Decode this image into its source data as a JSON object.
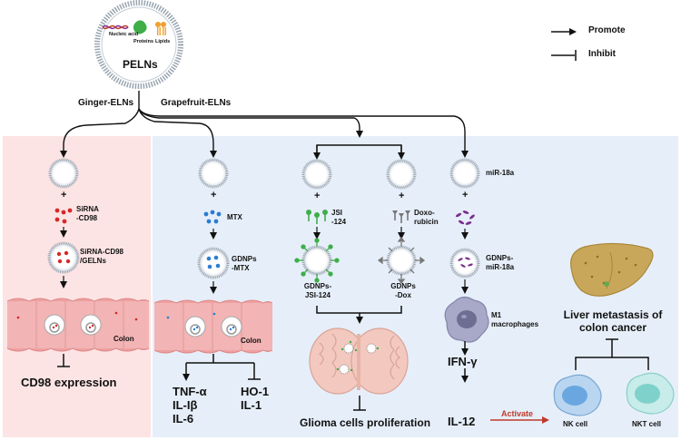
{
  "source": {
    "title": "PELNs",
    "components": [
      "Nucleic acid",
      "Proteins",
      "Lipids"
    ]
  },
  "legend": {
    "promote": "Promote",
    "inhibit": "Inhibit"
  },
  "branches": {
    "ginger": "Ginger-ELNs",
    "grapefruit": "Grapefruit-ELNs"
  },
  "col1": {
    "cargo": "SiRNA\n-CD98",
    "product": "SiRNA-CD98\n/GELNs",
    "tissue": "Colon",
    "outcome": "CD98 expression"
  },
  "col2": {
    "cargo": "MTX",
    "product": "GDNPs\n-MTX",
    "tissue": "Colon",
    "out_left": "TNF-α\nIL-Iβ\nIL-6",
    "out_right": "HO-1\nIL-1"
  },
  "col3": {
    "cargo_a": "JSI\n-124",
    "cargo_b": "Doxo-\nrubicin",
    "product_a": "GDNPs-\nJSI-124",
    "product_b": "GDNPs\n-Dox",
    "outcome": "Glioma cells proliferation"
  },
  "col4": {
    "cargo": "miR-18a",
    "product": "GDNPs-\nmiR-18a",
    "cell": "M1\nmacrophages",
    "cytokine_1": "IFN-γ",
    "cytokine_2": "IL-12",
    "activate": "Activate"
  },
  "liver": {
    "title": "Liver metastasis of\ncolon cancer",
    "nk": "NK cell",
    "nkt": "NKT cell"
  },
  "colors": {
    "pink_panel": "#fde4e4",
    "blue_panel": "#e6eff9",
    "red_dot": "#d62828",
    "blue_dot": "#2b7cd3",
    "green": "#3fae49",
    "gray": "#777777",
    "purple": "#7b2d8e",
    "liver": "#c9a75a",
    "cell_blue": "#6aa7e0",
    "cell_teal": "#7fd1cc"
  }
}
